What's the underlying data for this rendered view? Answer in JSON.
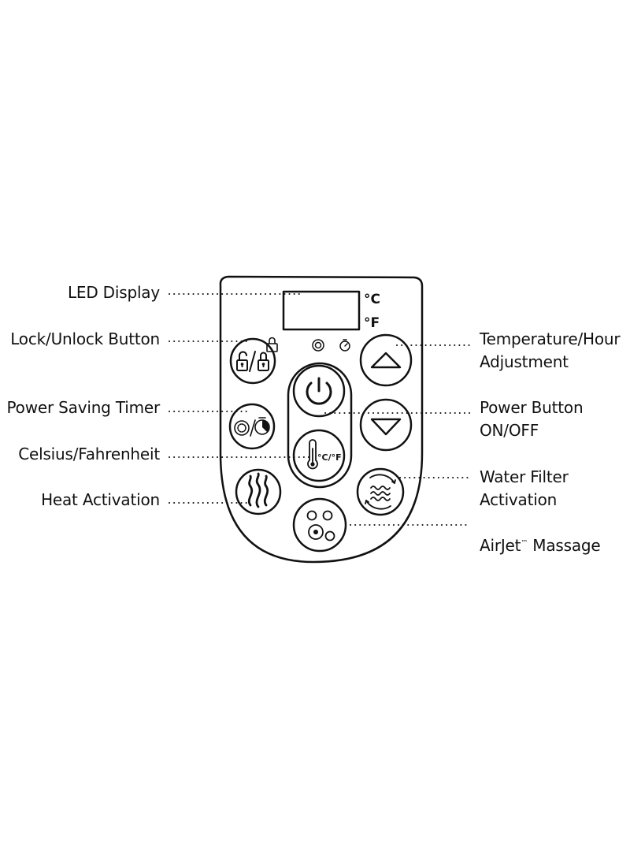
{
  "labels": {
    "led_display": "LED Display",
    "lock_unlock": "Lock/Unlock Button",
    "power_saving": "Power Saving Timer",
    "celsius_fahrenheit": "Celsius/Fahrenheit",
    "heat": "Heat Activation",
    "temp_line1": "Temperature/Hour",
    "temp_line2": "Adjustment",
    "power_line1": "Power Button",
    "power_line2": "ON/OFF",
    "filter_line1": "Water Filter",
    "filter_line2": "Activation",
    "airjet_name": "AirJet",
    "airjet_tm": "™",
    "airjet_rest": " Massage"
  },
  "display_units": {
    "celsius": "°C",
    "fahrenheit": "°F"
  },
  "button_text": {
    "temp_unit_toggle": "°C/°F"
  },
  "colors": {
    "stroke": "#111111",
    "background": "#ffffff"
  }
}
